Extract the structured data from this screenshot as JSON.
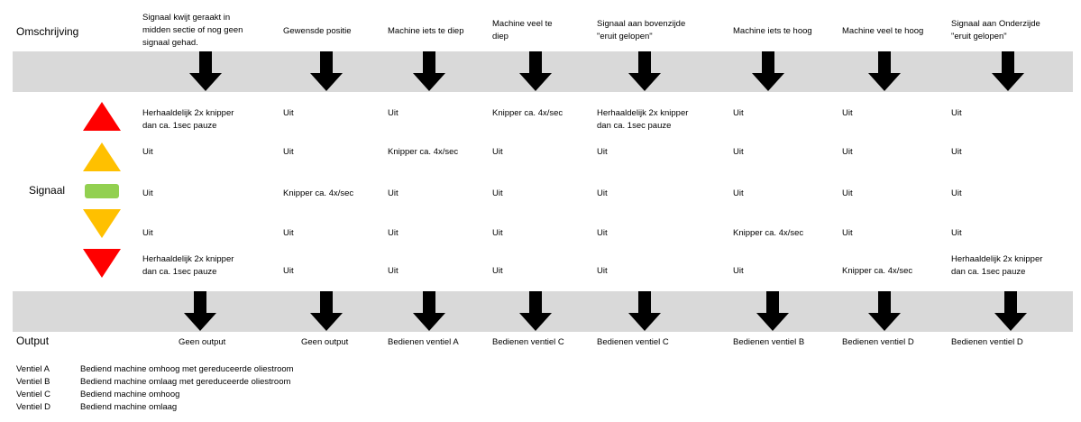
{
  "labels": {
    "omschrijving": "Omschrijving",
    "signaal": "Signaal",
    "output": "Output"
  },
  "colors": {
    "band": "#d9d9d9",
    "red": "#ff0000",
    "amber": "#ffc000",
    "green": "#92d050",
    "arrow": "#000000"
  },
  "signal_icons": [
    {
      "name": "red-up-triangle-icon",
      "color": "#ff0000",
      "shape": "up"
    },
    {
      "name": "amber-up-triangle-icon",
      "color": "#ffc000",
      "shape": "up"
    },
    {
      "name": "green-bar-icon",
      "color": "#92d050",
      "shape": "bar"
    },
    {
      "name": "amber-down-triangle-icon",
      "color": "#ffc000",
      "shape": "down"
    },
    {
      "name": "red-down-triangle-icon",
      "color": "#ff0000",
      "shape": "down"
    }
  ],
  "columns": [
    {
      "header": [
        "Signaal kwijt geraakt in",
        "midden sectie of nog geen",
        "signaal gehad."
      ],
      "cells": [
        [
          "Herhaaldelijk 2x knipper",
          "dan ca. 1sec pauze"
        ],
        [
          "Uit"
        ],
        [
          "Uit"
        ],
        [
          "Uit"
        ],
        [
          "Herhaaldelijk 2x knipper",
          "dan ca. 1sec pauze"
        ]
      ],
      "output": "Geen output"
    },
    {
      "header": [
        "Gewensde positie"
      ],
      "cells": [
        [
          "Uit"
        ],
        [
          "Uit"
        ],
        [
          "Knipper ca. 4x/sec"
        ],
        [
          "Uit"
        ],
        [
          "Uit"
        ]
      ],
      "output": "Geen output"
    },
    {
      "header": [
        "Machine iets te diep"
      ],
      "cells": [
        [
          "Uit"
        ],
        [
          "Knipper ca. 4x/sec"
        ],
        [
          "Uit"
        ],
        [
          "Uit"
        ],
        [
          "Uit"
        ]
      ],
      "output": "Bedienen ventiel A"
    },
    {
      "header": [
        "Machine veel te",
        "diep"
      ],
      "cells": [
        [
          "Knipper ca. 4x/sec"
        ],
        [
          "Uit"
        ],
        [
          "Uit"
        ],
        [
          "Uit"
        ],
        [
          "Uit"
        ]
      ],
      "output": "Bedienen ventiel C"
    },
    {
      "header": [
        "Signaal aan bovenzijde",
        "\"eruit gelopen\""
      ],
      "cells": [
        [
          "Herhaaldelijk 2x knipper",
          "dan ca. 1sec pauze"
        ],
        [
          "Uit"
        ],
        [
          "Uit"
        ],
        [
          "Uit"
        ],
        [
          "Uit"
        ]
      ],
      "output": "Bedienen ventiel C"
    },
    {
      "header": [
        "Machine iets te hoog"
      ],
      "cells": [
        [
          "Uit"
        ],
        [
          "Uit"
        ],
        [
          "Uit"
        ],
        [
          "Knipper ca. 4x/sec"
        ],
        [
          "Uit"
        ]
      ],
      "output": "Bedienen ventiel B"
    },
    {
      "header": [
        "Machine veel te hoog"
      ],
      "cells": [
        [
          "Uit"
        ],
        [
          "Uit"
        ],
        [
          "Uit"
        ],
        [
          "Uit"
        ],
        [
          "Knipper ca. 4x/sec"
        ]
      ],
      "output": "Bedienen ventiel D"
    },
    {
      "header": [
        "Signaal aan Onderzijde",
        "\"eruit gelopen\""
      ],
      "cells": [
        [
          "Uit"
        ],
        [
          "Uit"
        ],
        [
          "Uit"
        ],
        [
          "Uit"
        ],
        [
          "Herhaaldelijk 2x knipper",
          "dan ca. 1sec pauze"
        ]
      ],
      "output": "Bedienen ventiel D"
    }
  ],
  "legend": [
    {
      "key": "Ventiel A",
      "desc": "Bediend machine omhoog met gereduceerde oliestroom"
    },
    {
      "key": "Ventiel B",
      "desc": "Bediend machine omlaag met gereduceerde oliestroom"
    },
    {
      "key": "Ventiel C",
      "desc": "Bediend machine omhoog"
    },
    {
      "key": "Ventiel D",
      "desc": "Bediend machine omlaag"
    }
  ]
}
